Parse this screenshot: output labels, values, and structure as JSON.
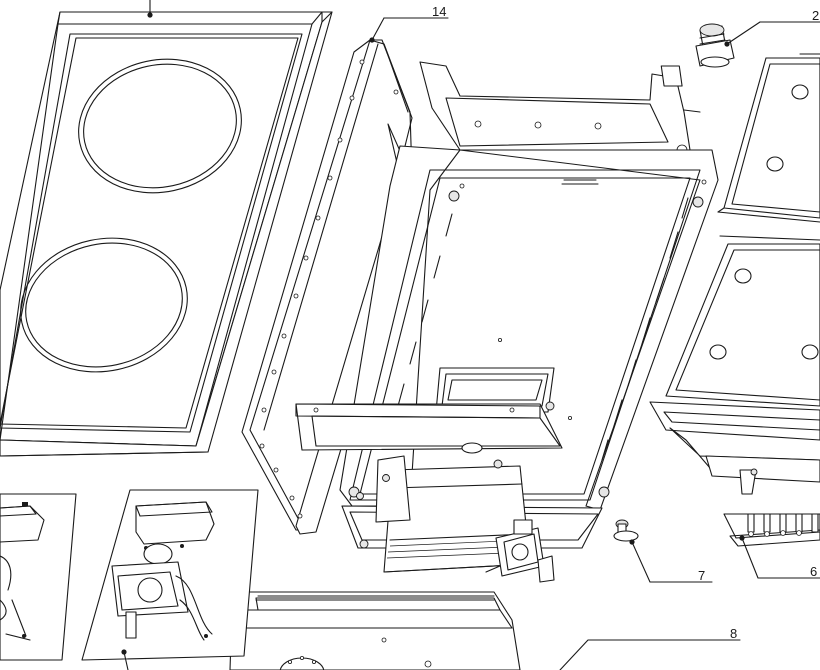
{
  "callouts": {
    "n14": "14",
    "n2": "2",
    "n7": "7",
    "n6": "6",
    "n8": "8"
  }
}
